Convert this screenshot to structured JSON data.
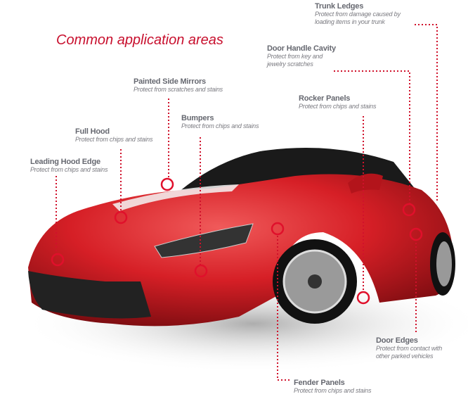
{
  "title": "Common application areas",
  "accent_color": "#c8102e",
  "areas": [
    {
      "name": "Trunk Ledges",
      "desc1": "Protect from damage caused by",
      "desc2": "loading items in your trunk"
    },
    {
      "name": "Door Handle Cavity",
      "desc1": "Protect from key and",
      "desc2": "jewelry scratches"
    },
    {
      "name": "Painted Side Mirrors",
      "desc1": "Protect from scratches and stains"
    },
    {
      "name": "Rocker Panels",
      "desc1": "Protect from chips and stains"
    },
    {
      "name": "Bumpers",
      "desc1": "Protect from chips and stains"
    },
    {
      "name": "Full Hood",
      "desc1": "Protect from chips and stains"
    },
    {
      "name": "Leading Hood Edge",
      "desc1": "Protect from chips and stains"
    },
    {
      "name": "Door Edges",
      "desc1": "Protect from contact with",
      "desc2": "other parked vehicles"
    },
    {
      "name": "Fender Panels",
      "desc1": "Protect from chips and stains"
    }
  ]
}
